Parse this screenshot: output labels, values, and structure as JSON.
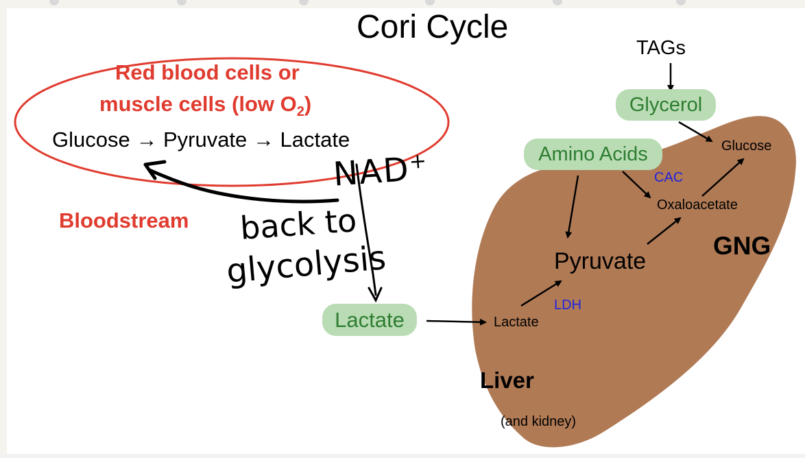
{
  "title": "Cori Cycle",
  "cell": {
    "heading_line1": "Red blood cells or",
    "heading_line2": "muscle cells (low O",
    "o2_sub": "2",
    "heading_close": ")",
    "pathway": "Glucose → Pyruvate → Lactate"
  },
  "bloodstream_label": "Bloodstream",
  "handwritten": {
    "nad": "NAD",
    "nad_sup": "+",
    "back_to": "back to",
    "glycolysis": "glycolysis"
  },
  "lactate_pill": "Lactate",
  "liver": {
    "label": "Liver",
    "sublabel": "(and kidney)",
    "gng": "GNG",
    "lactate": "Lactate",
    "ldh": "LDH",
    "pyruvate": "Pyruvate",
    "oxaloacetate": "Oxaloacetate",
    "cac": "CAC",
    "glucose": "Glucose"
  },
  "inputs": {
    "tags": "TAGs",
    "glycerol": "Glycerol",
    "amino_acids": "Amino Acids"
  },
  "colors": {
    "red": "#e03b2f",
    "liver": "#b07a55",
    "pill_bg": "#b9dcb4",
    "pill_text": "#2e7d32",
    "enzyme_blue": "#2222dd"
  }
}
